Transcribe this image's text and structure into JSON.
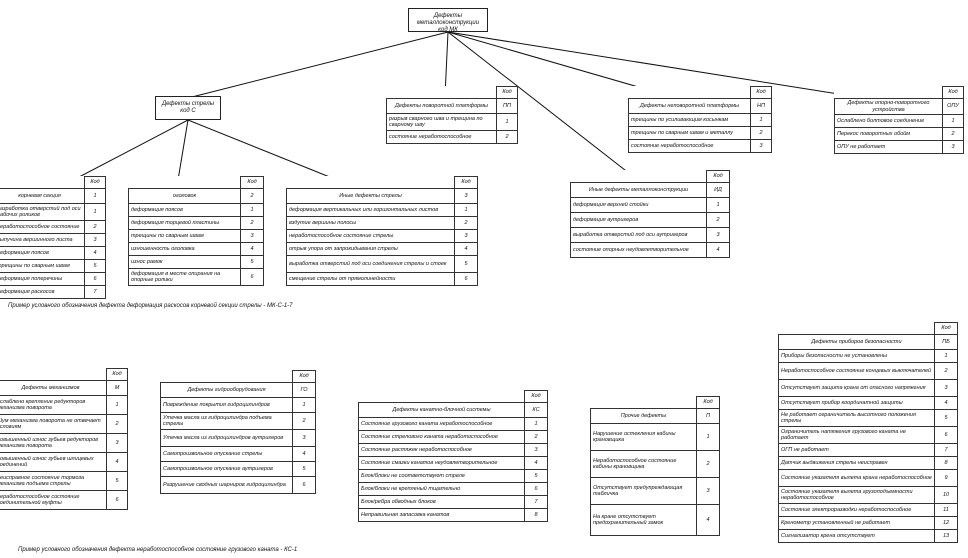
{
  "root": {
    "title": "Дефекты металлоконструкции",
    "code": "код МК"
  },
  "kod_label": "Код",
  "tables": {
    "strela": {
      "title": "Дефекты стрелы",
      "code": "код С"
    },
    "pp": {
      "header": "Дефекты поворотной платформы",
      "header_code": "ПП",
      "rows": [
        {
          "text": "разрыв сварного шва и трещина по сварному шву",
          "code": "1"
        },
        {
          "text": "состояние неработоспособное",
          "code": "2"
        }
      ]
    },
    "np": {
      "header": "Дефекты неповоротной платформы",
      "header_code": "НП",
      "rows": [
        {
          "text": "трещины по усиливающим косынкам",
          "code": "1"
        },
        {
          "text": "трещины по сварным швам и металлу",
          "code": "2"
        },
        {
          "text": "состояние неработоспособное",
          "code": "3"
        }
      ]
    },
    "opu": {
      "header": "Дефекты опорно-поворотного устройства",
      "header_code": "ОПУ",
      "rows": [
        {
          "text": "Ослаблено болтовое соединение",
          "code": "1"
        },
        {
          "text": "Перекос поворотных обойм",
          "code": "2"
        },
        {
          "text": "ОПУ не работает",
          "code": "3"
        }
      ]
    },
    "kornevaya": {
      "header": "корневая секция",
      "header_code": "1",
      "rows": [
        {
          "text": "разработка отверстий под оси рабочих роликов",
          "code": "1"
        },
        {
          "text": "неработоспособное состояние",
          "code": "2"
        },
        {
          "text": "выпучина вершинного листа",
          "code": "3"
        },
        {
          "text": "деформация поясов",
          "code": "4"
        },
        {
          "text": "трещины по сварным швам",
          "code": "5"
        },
        {
          "text": "деформация поперечины",
          "code": "6"
        },
        {
          "text": "деформация раскосов",
          "code": "7"
        }
      ]
    },
    "ogolovok": {
      "header": "оголовок",
      "header_code": "2",
      "rows": [
        {
          "text": "деформация поясов",
          "code": "1"
        },
        {
          "text": "деформация торцевой пластины",
          "code": "2"
        },
        {
          "text": "трещины по сварным швам",
          "code": "3"
        },
        {
          "text": "изношенность оголовка",
          "code": "4"
        },
        {
          "text": "износ рамок",
          "code": "5"
        },
        {
          "text": "деформация в месте опирания на опорные ролики",
          "code": "6"
        }
      ]
    },
    "inye_strely": {
      "header": "Иные дефекты стрелы",
      "header_code": "3",
      "rows": [
        {
          "text": "деформация вертикальных или горизонтальных листов",
          "code": "1"
        },
        {
          "text": "вздутие вершины полосы",
          "code": "2"
        },
        {
          "text": "неработоспособное состояние стрелы",
          "code": "3"
        },
        {
          "text": "отрыв упора от запрокидывания стрелы",
          "code": "4"
        },
        {
          "text": "выработка отверстий под оси соединения стрелы и стоек",
          "code": "5"
        },
        {
          "text": "смещение стрелы от прямолинейности",
          "code": "6"
        }
      ]
    },
    "inye_mk": {
      "header": "Иные дефекты металлоконструкции",
      "header_code": "ИД",
      "rows": [
        {
          "text": "деформация верхней стойки",
          "code": "1"
        },
        {
          "text": "деформация аутригеров",
          "code": "2"
        },
        {
          "text": "выработка отверстий под оси аутригеров",
          "code": "3"
        },
        {
          "text": "состояние опорных неудовлетворительное",
          "code": "4"
        }
      ]
    },
    "mekhanizmy": {
      "header": "Дефекты механизмов",
      "header_code": "М",
      "rows": [
        {
          "text": "ослаблено крепление редукторов механизма поворота",
          "code": "1"
        },
        {
          "text": "Шум механизма поворота не отвечает условиям",
          "code": "2"
        },
        {
          "text": "повышенный износ зубьев редукторов механизма поворота",
          "code": "3"
        },
        {
          "text": "повышенный износ зубьев шлицевых соединений",
          "code": "4"
        },
        {
          "text": "неисправное состояние тормоза механизма подъема стрелы",
          "code": "5"
        },
        {
          "text": "неработоспособное состояние соединительной муфты",
          "code": "6"
        }
      ]
    },
    "gidro": {
      "header": "Дефекты гидрооборудования",
      "header_code": "ГО",
      "rows": [
        {
          "text": "Повреждение покрытия гидроцилиндров",
          "code": "1"
        },
        {
          "text": "Утечка масла из гидроцилиндра подъема стрелы",
          "code": "2"
        },
        {
          "text": "Утечка масла из гидроцилиндров аутригеров",
          "code": "3"
        },
        {
          "text": "Самопроизвольное опускание стрелы",
          "code": "4"
        },
        {
          "text": "Самопроизвольное опускание аутригеров",
          "code": "5"
        },
        {
          "text": "Разрушение сводных шарниров гидроцилиндра",
          "code": "6"
        }
      ]
    },
    "kanat": {
      "header": "Дефекты канатно-блочной системы",
      "header_code": "КС",
      "rows": [
        {
          "text": "Состояние грузового каната неработоспособное",
          "code": "1"
        },
        {
          "text": "Состояние стрелового каната неработоспособное",
          "code": "2"
        },
        {
          "text": "Состояние растяжек неработоспособное",
          "code": "3"
        },
        {
          "text": "Состояние смазки канатов неудовлетворительное",
          "code": "4"
        },
        {
          "text": "Блок/блоки не соответствуют стреле",
          "code": "5"
        },
        {
          "text": "Блок/блоки не крепленый тщательно",
          "code": "6"
        },
        {
          "text": "Блок/ребра обводных блоков",
          "code": "7"
        },
        {
          "text": "Неправильная запасовка канатов",
          "code": "8"
        }
      ]
    },
    "prochie": {
      "header": "Прочие дефекты",
      "header_code": "П",
      "rows": [
        {
          "text": "Нарушение остекления кабины крановщика",
          "code": "1"
        },
        {
          "text": "Неработоспособное состояние кабины крановщика",
          "code": "2"
        },
        {
          "text": "Отсутствует предупреждающая табличка",
          "code": "3"
        },
        {
          "text": "На кране отсутствует предохранительный замок",
          "code": "4"
        }
      ]
    },
    "bezopasnost": {
      "header": "Дефекты приборов безопасности",
      "header_code": "ПБ",
      "rows": [
        {
          "text": "Приборы безопасности не установлены",
          "code": "1"
        },
        {
          "text": "Неработоспособное состояние концевых выключателей",
          "code": "2"
        },
        {
          "text": "Отсутствует защита крана от опасного напряжения",
          "code": "3"
        },
        {
          "text": "Отсутствует прибор координатной защиты",
          "code": "4"
        },
        {
          "text": "Не работает ограничитель высотного положения стрелы",
          "code": "5"
        },
        {
          "text": "Ограничитель натяжения грузового каната не работает",
          "code": "6"
        },
        {
          "text": "ОГП не работает",
          "code": "7"
        },
        {
          "text": "Датчик выдвижения стрелы неисправен",
          "code": "8"
        },
        {
          "text": "Состояние указателя вылета крана неработоспособное",
          "code": "9"
        },
        {
          "text": "Состояние указателя вылета грузоподъемности неработоспособное",
          "code": "10"
        },
        {
          "text": "Состояние электроразводки неработоспособное",
          "code": "11"
        },
        {
          "text": "Кренометр установленный не работает",
          "code": "12"
        },
        {
          "text": "Сигнализатор крена отсутствует",
          "code": "13"
        }
      ]
    }
  },
  "notes": {
    "example1": "Пример условного обозначения дефекта деформация раскосов корневой секции стрелы - МК-С-1-7",
    "example2": "Пример условного обозначения дефекта неработоспособное состояние грузового каната - КС-1"
  }
}
